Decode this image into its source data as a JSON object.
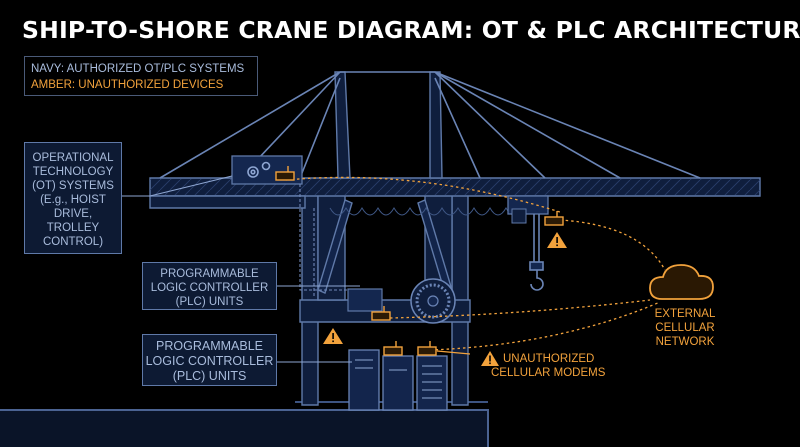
{
  "title": "SHIP-TO-SHORE CRANE DIAGRAM: OT & PLC ARCHITECTURE",
  "legend": {
    "navy": "NAVY: AUTHORIZED OT/PLC SYSTEMS",
    "amber": "AMBER: UNAUTHORIZED DEVICES"
  },
  "labels": {
    "ot_systems": [
      "OPERATIONAL",
      "TECHNOLOGY",
      "(OT) SYSTEMS",
      "(E.g., HOIST",
      "DRIVE,",
      "TROLLEY",
      "CONTROL)"
    ],
    "plc_upper": [
      "PROGRAMMABLE",
      "LOGIC CONTROLLER",
      "(PLC) UNITS"
    ],
    "plc_lower": [
      "PROGRAMMABLE",
      "LOGIC CONTROLLER",
      "(PLC) UNITS"
    ],
    "external_network": [
      "EXTERNAL",
      "CELLULAR",
      "NETWORK"
    ],
    "unauthorized_modems": [
      "UNAUTHORIZED",
      "CELLULAR MODEMS"
    ]
  },
  "colors": {
    "background": "#000000",
    "navy_line": "#5f79a8",
    "navy_fill": "#0d1a33",
    "navy_text": "#a9bcdc",
    "amber": "#f2a23c"
  },
  "icons": [
    "gear-icon",
    "cloud-icon",
    "warning-icon",
    "modem-icon",
    "hook-icon",
    "cable-reel-icon"
  ]
}
